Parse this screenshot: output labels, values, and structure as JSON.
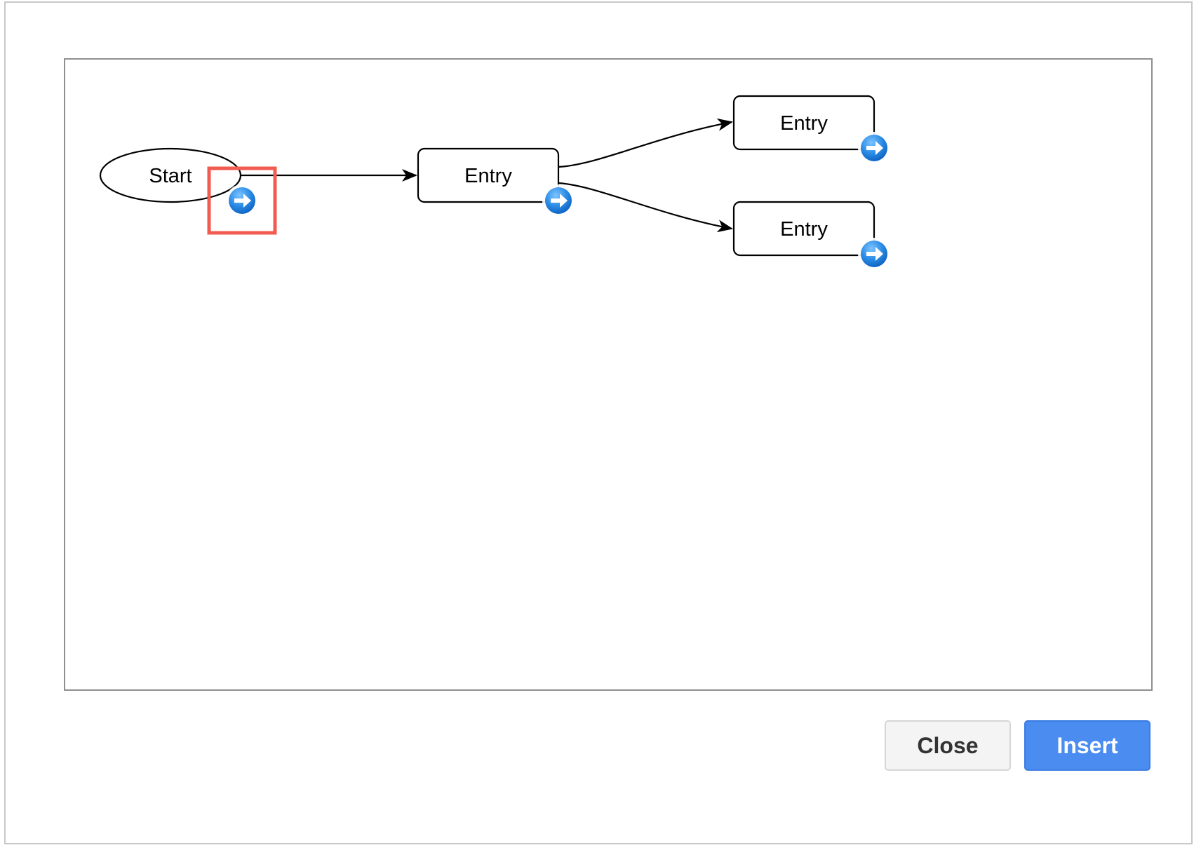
{
  "diagram": {
    "nodes": [
      {
        "id": "start",
        "shape": "ellipse",
        "label": "Start"
      },
      {
        "id": "entry-1",
        "shape": "rounded-rect",
        "label": "Entry"
      },
      {
        "id": "entry-2",
        "shape": "rounded-rect",
        "label": "Entry"
      },
      {
        "id": "entry-3",
        "shape": "rounded-rect",
        "label": "Entry"
      }
    ],
    "edges": [
      {
        "from": "start",
        "to": "entry-1"
      },
      {
        "from": "entry-1",
        "to": "entry-2"
      },
      {
        "from": "entry-1",
        "to": "entry-3"
      }
    ],
    "add_child_icon": "arrow-right-circle-icon",
    "highlight_color": "#f25c50"
  },
  "buttons": {
    "close_label": "Close",
    "insert_label": "Insert"
  },
  "colors": {
    "insert_button": "#4a8cf0",
    "close_button": "#f4f4f4",
    "add_icon": "#1f7fdc"
  }
}
